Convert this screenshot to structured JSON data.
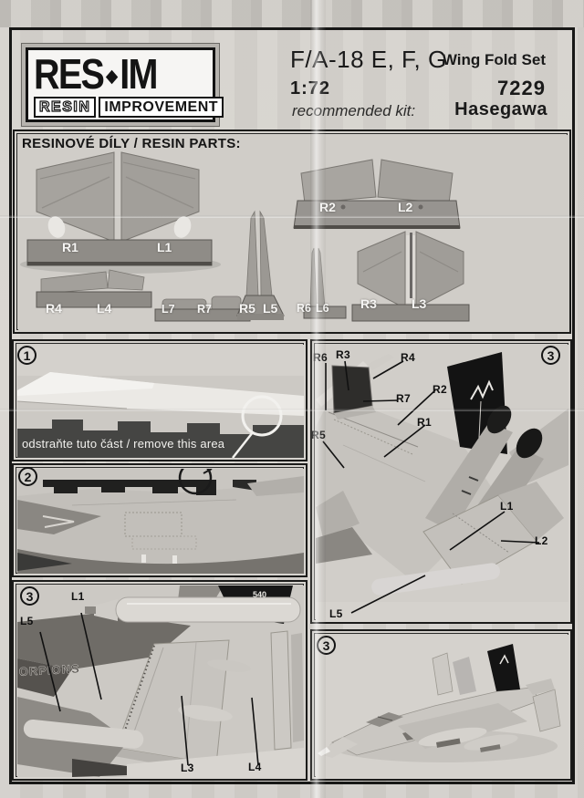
{
  "header": {
    "logo": {
      "line1_left": "RES",
      "line1_right": "IM",
      "line2_left": "RESIN",
      "line2_right": "IMPROVEMENT"
    },
    "title": "F/A-18 E, F, G",
    "set_name": "Wing Fold Set",
    "scale": "1:72",
    "product_number": "7229",
    "recommended_kit_label": "recommended kit:",
    "recommended_kit": "Hasegawa"
  },
  "parts_section": {
    "title": "RESINOVÉ DÍLY / RESIN PARTS:",
    "labels": {
      "r1": "R1",
      "l1": "L1",
      "r2": "R2",
      "l2": "L2",
      "r4": "R4",
      "l4": "L4",
      "l7": "L7",
      "r7": "R7",
      "r5": "R5",
      "l5": "L5",
      "r6": "R6",
      "l6": "L6",
      "r3": "R3",
      "l3": "L3"
    }
  },
  "steps": {
    "step1": {
      "number": "1",
      "caption": "odstraňte tuto část / remove this area"
    },
    "step2": {
      "number": "2"
    },
    "step3_left": {
      "number": "3",
      "labels": {
        "l1": "L1",
        "l5": "L5",
        "l3": "L3",
        "l4": "L4"
      },
      "fin_marking": "540",
      "fuselage_marking": "ORPIONS"
    },
    "step3_right": {
      "number": "3",
      "labels": {
        "r6": "R6",
        "r3": "R3",
        "r4": "R4",
        "r7": "R7",
        "r2": "R2",
        "r1": "R1",
        "r5": "R5",
        "l1": "L1",
        "l2": "L2",
        "l5": "L5"
      }
    },
    "step3_final": {
      "number": "3"
    }
  },
  "colors": {
    "paper": "#d8d5d0",
    "ink": "#171716",
    "photo_background": "#ccc9c4",
    "resin_gray": "#a19e99",
    "caption_bar": "#454543"
  }
}
